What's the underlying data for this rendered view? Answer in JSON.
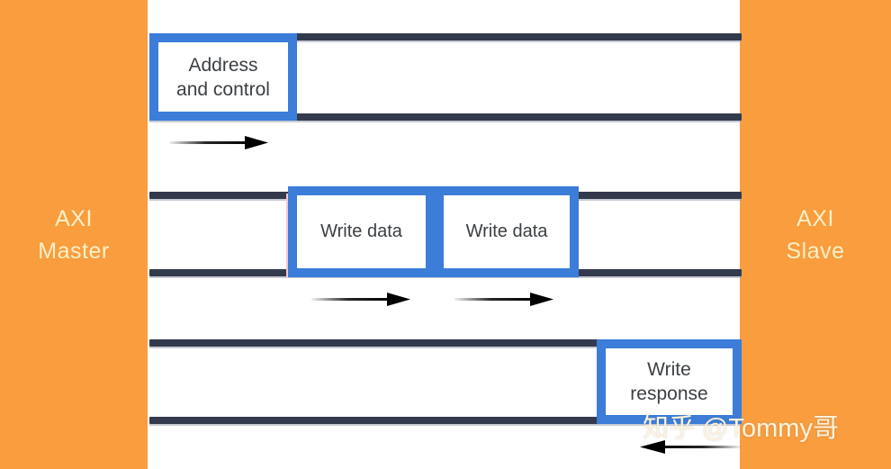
{
  "diagram": {
    "title": "AXI write transaction channels",
    "background_color": "#ffffff",
    "panel_color": "#f99d3e",
    "rail_color": "#333a4d",
    "box_border_color": "#3b7dd8",
    "box_text_color": "#3c4043",
    "panel_text_color": "#fdf0c8"
  },
  "left_panel": {
    "label": "AXI\nMaster"
  },
  "right_panel": {
    "label": "AXI\nSlave"
  },
  "channels": [
    {
      "id": "write-address-channel",
      "boxes": [
        {
          "id": "address-and-control-box",
          "label": "Address\nand control"
        }
      ],
      "arrows": [
        {
          "id": "address-arrow",
          "direction": "right"
        }
      ]
    },
    {
      "id": "write-data-channel",
      "boxes": [
        {
          "id": "write-data-box-1",
          "label": "Write data"
        },
        {
          "id": "write-data-box-2",
          "label": "Write data"
        }
      ],
      "arrows": [
        {
          "id": "write-data-arrow-1",
          "direction": "right"
        },
        {
          "id": "write-data-arrow-2",
          "direction": "right"
        }
      ]
    },
    {
      "id": "write-response-channel",
      "boxes": [
        {
          "id": "write-response-box",
          "label": "Write\nresponse"
        }
      ],
      "arrows": [
        {
          "id": "write-response-arrow",
          "direction": "left"
        }
      ]
    }
  ],
  "watermark": {
    "text": "知乎 @Tommy哥"
  }
}
